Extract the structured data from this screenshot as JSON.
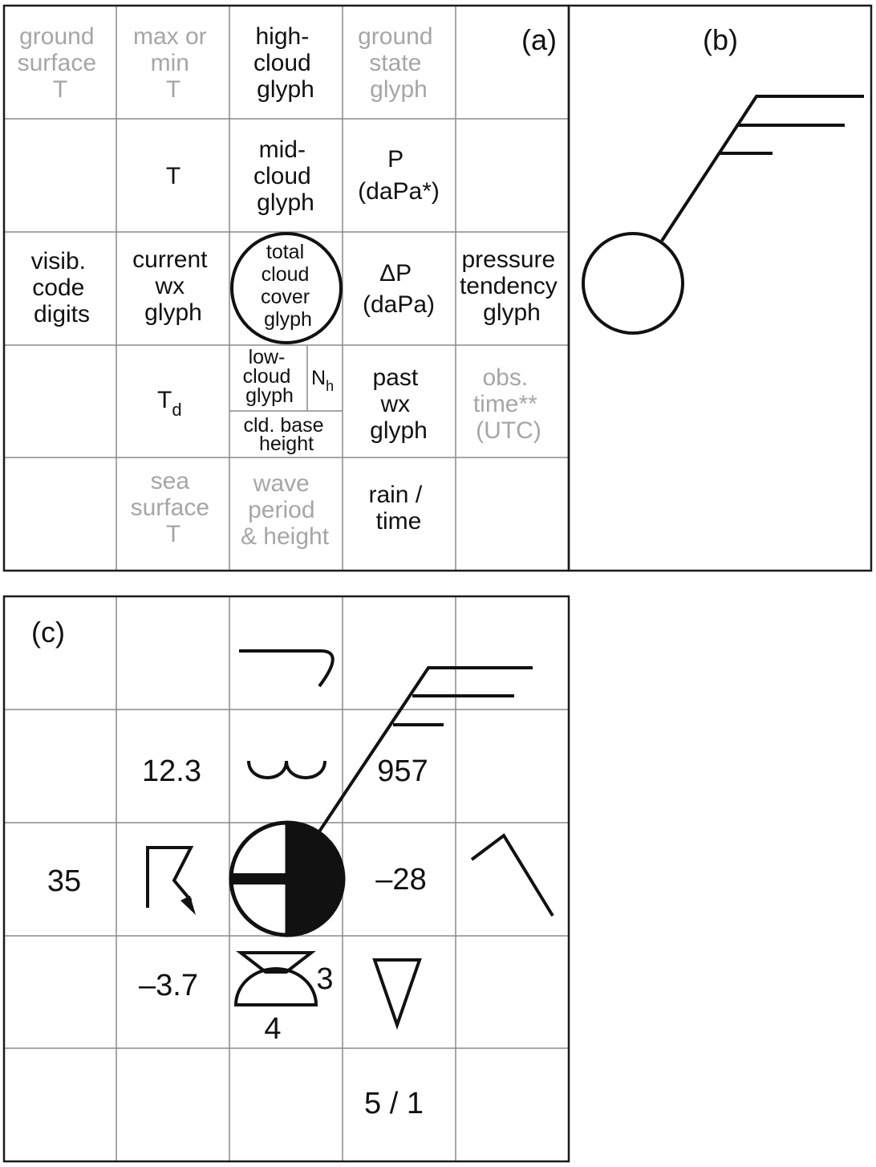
{
  "panel_a": {
    "label": "(a)",
    "cells": {
      "r1c1": [
        "ground",
        "surface",
        "T"
      ],
      "r1c2": [
        "max or",
        "min",
        "T"
      ],
      "r1c3": [
        "high-",
        "cloud",
        "glyph"
      ],
      "r1c4": [
        "ground",
        "state",
        "glyph"
      ],
      "r2c2": [
        "T"
      ],
      "r2c3": [
        "mid-",
        "cloud",
        "glyph"
      ],
      "r2c4": [
        "P",
        "(daPa*)"
      ],
      "r3c1": [
        "visib.",
        "code",
        "digits"
      ],
      "r3c2": [
        "current",
        "wx",
        "glyph"
      ],
      "r3c3": [
        "total",
        "cloud",
        "cover",
        "glyph"
      ],
      "r3c4": [
        "ΔP",
        "(daPa)"
      ],
      "r3c5": [
        "pressure",
        "tendency",
        "glyph"
      ],
      "r4c2_main": "T",
      "r4c2_sub": "d",
      "r4c3_low": [
        "low-",
        "cloud",
        "glyph"
      ],
      "r4c3_nh_main": "N",
      "r4c3_nh_sub": "h",
      "r4c3_base": [
        "cld. base",
        "height"
      ],
      "r4c4": [
        "past",
        "wx",
        "glyph"
      ],
      "r4c5": [
        "obs.",
        "time**",
        "(UTC)"
      ],
      "r5c2": [
        "sea",
        "surface",
        "T"
      ],
      "r5c3": [
        "wave",
        "period",
        "& height"
      ],
      "r5c4": [
        "rain /",
        "time"
      ]
    }
  },
  "panel_b": {
    "label": "(b)"
  },
  "panel_c": {
    "label": "(c)",
    "values": {
      "temperature": "12.3",
      "pressure": "957",
      "visibility": "35",
      "pressure_change": "–28",
      "dewpoint": "–3.7",
      "cloud_nh": "3",
      "cloud_base": "4",
      "rain_time": "5 / 1"
    }
  },
  "colors": {
    "ink": "#111111",
    "faded_text": "#a6a6a6",
    "grid": "#8a8a8a"
  },
  "icons": {
    "panel_b": [
      "station-circle-icon",
      "wind-barb-icon"
    ],
    "panel_c": [
      "high-cloud-glyph-icon",
      "mid-cloud-glyph-icon",
      "current-weather-glyph-icon",
      "cloud-cover-glyph-icon",
      "pressure-tendency-glyph-icon",
      "low-cloud-glyph-icon",
      "past-weather-glyph-icon",
      "wind-barb-icon"
    ]
  }
}
